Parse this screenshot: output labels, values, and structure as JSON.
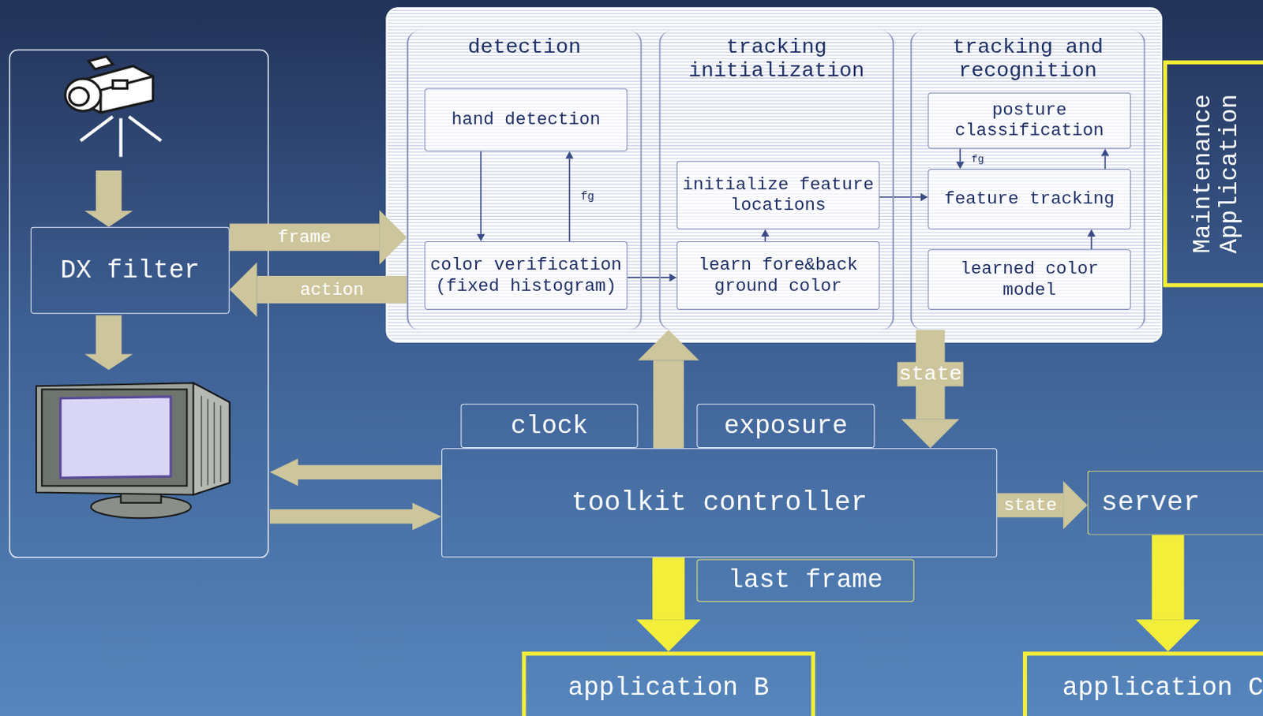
{
  "diagram": {
    "nodes": [
      {
        "text": [
          "DX filter"
        ]
      },
      {
        "text": [
          "detection"
        ]
      },
      {
        "text": [
          "hand detection"
        ],
        "in": 1
      },
      {
        "text": [
          "color verification (fixed histogram)"
        ],
        "in": 1
      },
      {
        "text": [
          "tracking initialization"
        ]
      },
      {
        "text": [
          "initialize feature locations"
        ],
        "in": 4
      },
      {
        "text": [
          "learn fore&back ground color"
        ],
        "in": 4
      },
      {
        "text": [
          "tracking and recognition"
        ]
      },
      {
        "text": [
          "posture classification"
        ],
        "in": 7
      },
      {
        "text": [
          "feature tracking"
        ],
        "in": 7
      },
      {
        "text": [
          "learned color model"
        ],
        "in": 7
      },
      {
        "text": [
          "Maintenance Application"
        ]
      },
      {
        "text": [
          "clock"
        ]
      },
      {
        "text": [
          "exposure"
        ]
      },
      {
        "text": [
          "toolkit controller"
        ]
      },
      {
        "text": [
          "last frame"
        ]
      },
      {
        "text": [
          "server"
        ]
      },
      {
        "text": [
          "application B"
        ]
      },
      {
        "text": [
          "application C"
        ]
      }
    ],
    "edges": [
      {
        "from": 0,
        "to": 1,
        "label": "frame",
        "arrow": "to"
      },
      {
        "from": 1,
        "to": 0,
        "label": "action",
        "arrow": "to"
      },
      {
        "from": 14,
        "to": 4,
        "arrow": "to"
      },
      {
        "from": 7,
        "to": 14,
        "label": "state",
        "arrow": "to"
      },
      {
        "from": 14,
        "to": 16,
        "label": "state",
        "arrow": "to"
      },
      {
        "from": 14,
        "to": 17,
        "arrow": "to"
      },
      {
        "from": 16,
        "to": 18,
        "arrow": "to"
      },
      {
        "from": 2,
        "to": 3,
        "arrow": "to"
      },
      {
        "from": 3,
        "to": 2,
        "label": "fg",
        "arrow": "to"
      },
      {
        "from": 3,
        "to": 6,
        "arrow": "to"
      },
      {
        "from": 6,
        "to": 5,
        "arrow": "to"
      },
      {
        "from": 5,
        "to": 9,
        "arrow": "to"
      },
      {
        "from": 8,
        "to": 9,
        "label": "fg",
        "arrow": "to"
      },
      {
        "from": 10,
        "to": 9,
        "arrow": "to"
      },
      {
        "from": 9,
        "to": 8,
        "arrow": "to"
      }
    ]
  }
}
